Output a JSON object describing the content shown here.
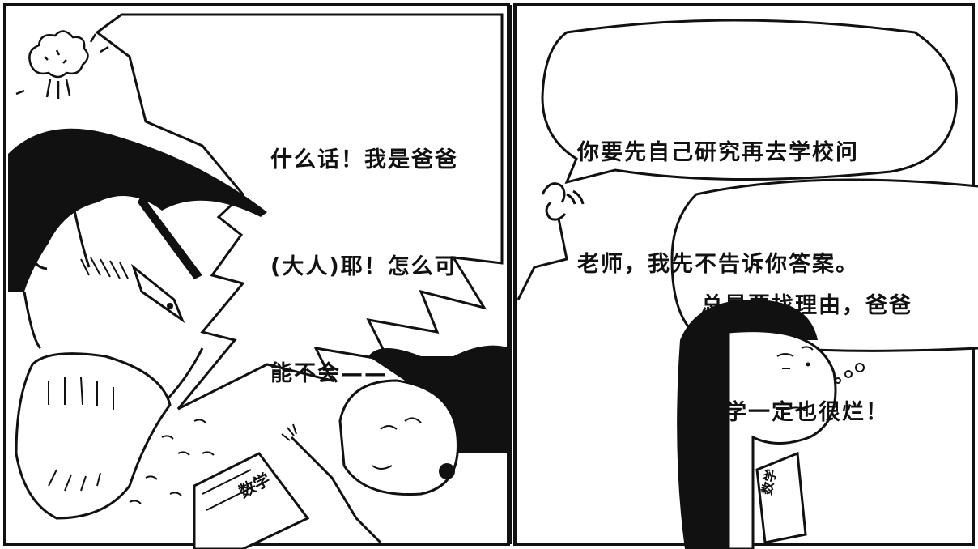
{
  "panels": [
    {
      "id": "left",
      "speech": [
        "什么话！我是爸爸",
        "(大人)耶！怎么可",
        "能不会——"
      ],
      "book_label": "数学"
    },
    {
      "id": "right",
      "speech_child": [
        "你要先自己研究再去学校问",
        "老师，我先不告诉你答案。"
      ],
      "thought": [
        "总是要找理由，爸爸",
        "数学一定也很烂！"
      ],
      "book_label": "数学"
    }
  ],
  "colors": {
    "ink": "#111111",
    "paper": "#ffffff"
  }
}
